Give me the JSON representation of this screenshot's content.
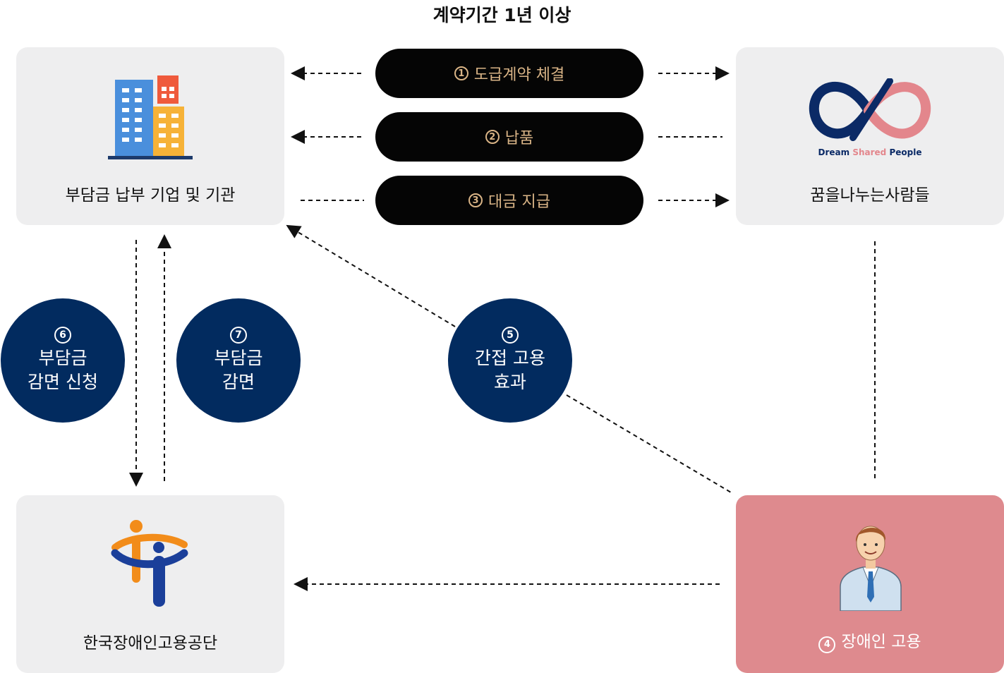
{
  "title": "계약기간 1년 이상",
  "cards": {
    "company": {
      "label": "부담금 납부 기업 및 기관"
    },
    "dsp": {
      "label": "꿈을나누는사람들",
      "logo_text_1": "Dream",
      "logo_text_2": "Shared",
      "logo_text_3": "People"
    },
    "agency": {
      "label": "한국장애인고용공단"
    },
    "employment": {
      "num": "4",
      "label": "장애인 고용"
    }
  },
  "steps": [
    {
      "num": "1",
      "label": "도급계약 체결"
    },
    {
      "num": "2",
      "label": "납품"
    },
    {
      "num": "3",
      "label": "대금 지급"
    }
  ],
  "circles": [
    {
      "num": "6",
      "line1": "부담금",
      "line2": "감면 신청"
    },
    {
      "num": "7",
      "line1": "부담금",
      "line2": "감면"
    },
    {
      "num": "5",
      "line1": "간접 고용",
      "line2": "효과"
    }
  ],
  "colors": {
    "navy": "#022b5f",
    "pill": "#050505",
    "pill_text": "#d9b486",
    "card": "#eeeeef",
    "pink": "#de8a8e"
  }
}
